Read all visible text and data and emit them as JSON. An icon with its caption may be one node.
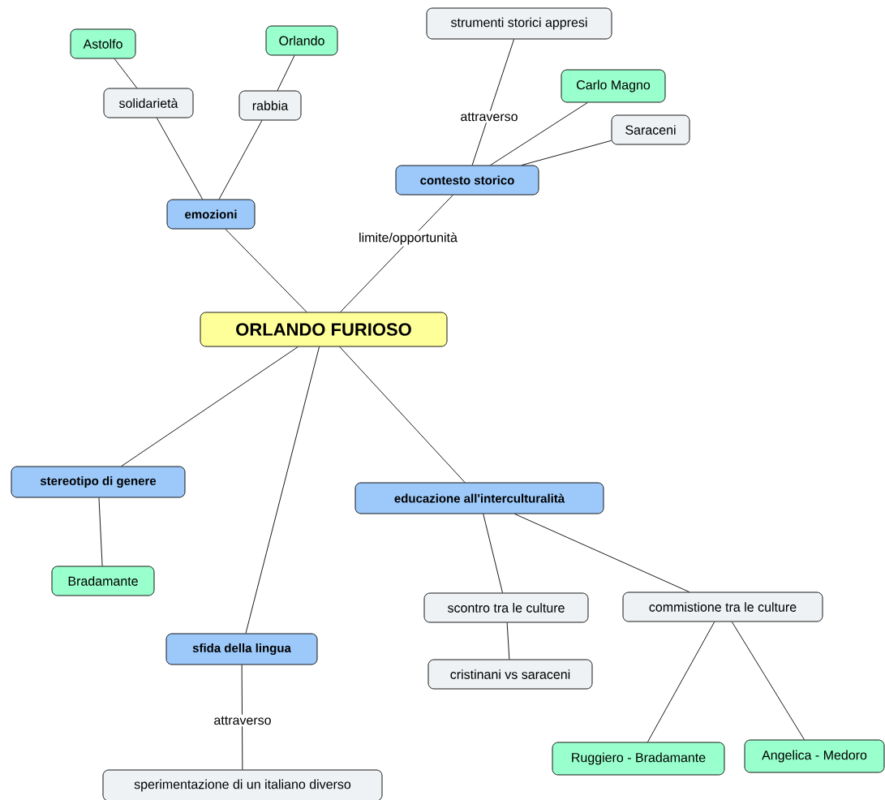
{
  "diagram": {
    "nodes": [
      {
        "text": [
          "ORLANDO FURIOSO"
        ]
      },
      {
        "text": [
          "emozioni"
        ]
      },
      {
        "text": [
          "solidarietà"
        ]
      },
      {
        "text": [
          "Astolfo"
        ]
      },
      {
        "text": [
          "rabbia"
        ]
      },
      {
        "text": [
          "Orlando"
        ]
      },
      {
        "text": [
          "contesto storico"
        ]
      },
      {
        "text": [
          "strumenti storici appresi"
        ]
      },
      {
        "text": [
          "Carlo Magno"
        ]
      },
      {
        "text": [
          "Saraceni"
        ]
      },
      {
        "text": [
          "stereotipo di genere"
        ]
      },
      {
        "text": [
          "Bradamante"
        ]
      },
      {
        "text": [
          "sfida della lingua"
        ]
      },
      {
        "text": [
          "sperimentazione di un italiano diverso"
        ]
      },
      {
        "text": [
          "educazione all'interculturalità"
        ]
      },
      {
        "text": [
          "scontro tra le culture"
        ]
      },
      {
        "text": [
          "cristinani vs saraceni"
        ]
      },
      {
        "text": [
          "commistione tra le culture"
        ]
      },
      {
        "text": [
          "Ruggiero - Bradamante"
        ]
      },
      {
        "text": [
          "Angelica - Medoro"
        ]
      }
    ],
    "edges": [
      {
        "from": 0,
        "to": 1,
        "arrow": "none"
      },
      {
        "from": 1,
        "to": 2,
        "arrow": "none"
      },
      {
        "from": 2,
        "to": 3,
        "arrow": "none"
      },
      {
        "from": 1,
        "to": 4,
        "arrow": "none"
      },
      {
        "from": 4,
        "to": 5,
        "arrow": "none"
      },
      {
        "from": 0,
        "to": 6,
        "label": "limite/opportunità",
        "arrow": "none"
      },
      {
        "from": 6,
        "to": 7,
        "label": "attraverso",
        "arrow": "none"
      },
      {
        "from": 6,
        "to": 8,
        "arrow": "none"
      },
      {
        "from": 6,
        "to": 9,
        "arrow": "none"
      },
      {
        "from": 0,
        "to": 10,
        "arrow": "none"
      },
      {
        "from": 10,
        "to": 11,
        "arrow": "none"
      },
      {
        "from": 0,
        "to": 12,
        "arrow": "none"
      },
      {
        "from": 12,
        "to": 13,
        "label": "attraverso",
        "arrow": "none"
      },
      {
        "from": 0,
        "to": 14,
        "arrow": "none"
      },
      {
        "from": 14,
        "to": 15,
        "arrow": "none"
      },
      {
        "from": 15,
        "to": 16,
        "arrow": "none"
      },
      {
        "from": 14,
        "to": 17,
        "arrow": "none"
      },
      {
        "from": 17,
        "to": 18,
        "arrow": "none"
      },
      {
        "from": 17,
        "to": 19,
        "arrow": "none"
      }
    ]
  }
}
